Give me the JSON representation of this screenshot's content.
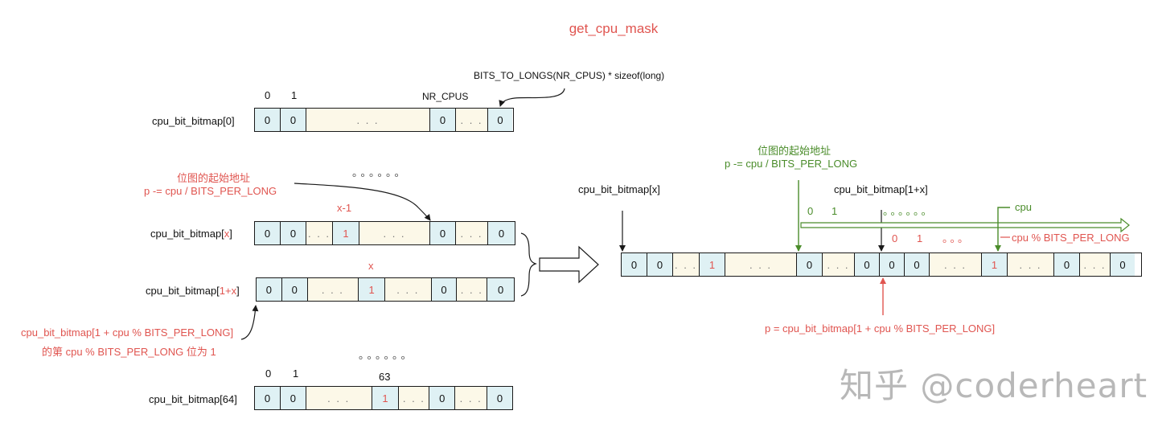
{
  "title": "get_cpu_mask",
  "note_top": "BITS_TO_LONGS(NR_CPUS) * sizeof(long)",
  "rows": {
    "r0": {
      "label": "cpu_bit_bitmap[0]",
      "idx0": "0",
      "idx1": "1",
      "idx_mid": "NR_CPUS",
      "cells": [
        "0",
        "0",
        ". . .",
        "0",
        ". . .",
        "0"
      ]
    },
    "rx": {
      "label_prefix": "cpu_bit_bitmap[",
      "label_var": "x",
      "label_suffix": "]",
      "idx_mid": "x-1",
      "cells": [
        "0",
        "0",
        ". . .",
        "1",
        ". . .",
        "0",
        ". . .",
        "0"
      ]
    },
    "r1x": {
      "label_prefix": "cpu_bit_bitmap[",
      "label_var": "1+x",
      "label_suffix": "]",
      "idx_mid": "x",
      "cells": [
        "0",
        "0",
        ". . .",
        "1",
        ". . .",
        "0",
        ". . .",
        "0"
      ]
    },
    "r64": {
      "label": "cpu_bit_bitmap[64]",
      "idx0": "0",
      "idx1": "1",
      "idx_mid": "63",
      "cells": [
        "0",
        "0",
        ". . .",
        "1",
        ". . .",
        "0",
        ". . .",
        "0"
      ]
    }
  },
  "dots_a": "。。。。。。",
  "dots_b": "。。。。。。",
  "left_start_label": {
    "line1": "位图的起始地址",
    "line2": "p -= cpu / BITS_PER_LONG"
  },
  "left_bottom_note": {
    "line1": "cpu_bit_bitmap[1 + cpu % BITS_PER_LONG]",
    "line2": "的第 cpu % BITS_PER_LONG 位为 1"
  },
  "right": {
    "start_label": {
      "line1": "位图的起始地址",
      "line2": "p -= cpu / BITS_PER_LONG"
    },
    "label_x": "cpu_bit_bitmap[x]",
    "label_1x": "cpu_bit_bitmap[1+x]",
    "green_idx0": "0",
    "green_idx1": "1",
    "green_dots": "。。。。。。",
    "cpu_label": "cpu",
    "red_idx0": "0",
    "red_idx1": "1",
    "red_dots": "。。。",
    "cpu_mod_label": "cpu % BITS_PER_LONG",
    "cells": [
      "0",
      "0",
      ". . .",
      "1",
      ". . .",
      "0",
      ". . .",
      "0",
      "0",
      "0",
      ". . .",
      "1",
      ". . .",
      "0",
      ". . .",
      "0"
    ],
    "p_label": "p = cpu_bit_bitmap[1 + cpu % BITS_PER_LONG]"
  },
  "watermark": "知乎 @coderheart",
  "colors": {
    "red": "#e05550",
    "green": "#4a8c2a",
    "cell_blue": "#dff1f4",
    "cell_cream": "#fcf8e8"
  }
}
